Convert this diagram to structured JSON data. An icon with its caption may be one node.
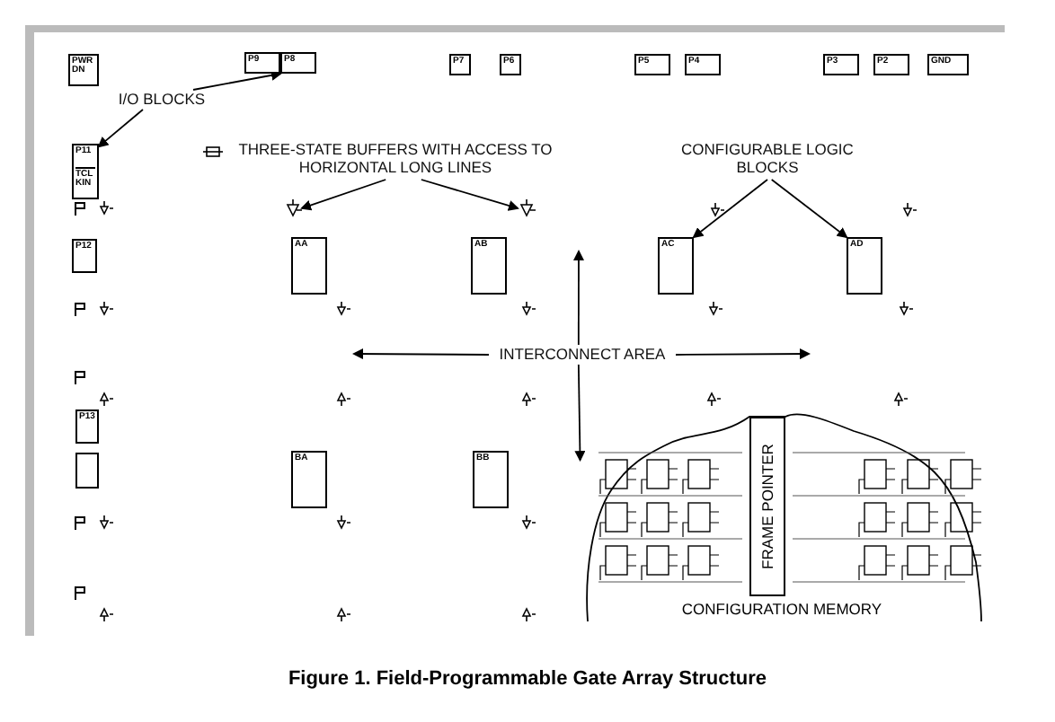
{
  "diagram": {
    "caption": "Figure 1. Field-Programmable Gate Array Structure",
    "nodes": [
      {
        "text": [
          "I/O BLOCKS"
        ]
      },
      {
        "text": [
          "PWR DN"
        ]
      },
      {
        "text": [
          "P9"
        ]
      },
      {
        "text": [
          "P8"
        ]
      },
      {
        "text": [
          "P7"
        ]
      },
      {
        "text": [
          "P6"
        ]
      },
      {
        "text": [
          "P5"
        ]
      },
      {
        "text": [
          "P4"
        ]
      },
      {
        "text": [
          "P3"
        ]
      },
      {
        "text": [
          "P2"
        ]
      },
      {
        "text": [
          "GND"
        ]
      },
      {
        "text": [
          "P11",
          "TCL KIN"
        ]
      },
      {
        "text": [
          "P12"
        ]
      },
      {
        "text": [
          "P13"
        ]
      },
      {
        "text": [],
        "shape": "box"
      },
      {
        "text": [
          "THREE-STATE BUFFERS WITH ACCESS TO HORIZONTAL LONG LINES"
        ]
      },
      {
        "text": [],
        "shape": "triangle"
      },
      {
        "text": [],
        "shape": "triangle"
      },
      {
        "text": [
          "AA"
        ]
      },
      {
        "text": [
          "AB"
        ]
      },
      {
        "text": [
          "CONFIGURABLE LOGIC BLOCKS"
        ]
      },
      {
        "text": [
          "AC"
        ]
      },
      {
        "text": [
          "AD"
        ]
      },
      {
        "text": [
          "INTERCONNECT AREA"
        ]
      },
      {
        "text": [
          "BA"
        ]
      },
      {
        "text": [
          "BB"
        ]
      },
      {
        "text": [
          "CONFIGURATION MEMORY"
        ]
      },
      {
        "text": [
          "FRAME POINTER"
        ],
        "in": 26
      }
    ],
    "edges": [
      {
        "from": 0,
        "to": 2,
        "arrow": "to"
      },
      {
        "from": 0,
        "to": 11,
        "arrow": "to"
      },
      {
        "from": 15,
        "to": 16,
        "arrow": "to"
      },
      {
        "from": 15,
        "to": 17,
        "arrow": "to"
      },
      {
        "from": 20,
        "to": 21,
        "arrow": "to"
      },
      {
        "from": 20,
        "to": 22,
        "arrow": "to"
      },
      {
        "from": 23,
        "to": null,
        "arrow": "to"
      },
      {
        "from": 23,
        "to": null,
        "arrow": "to"
      },
      {
        "from": 23,
        "to": null,
        "arrow": "to"
      },
      {
        "from": 23,
        "to": 26,
        "arrow": "to"
      }
    ]
  }
}
